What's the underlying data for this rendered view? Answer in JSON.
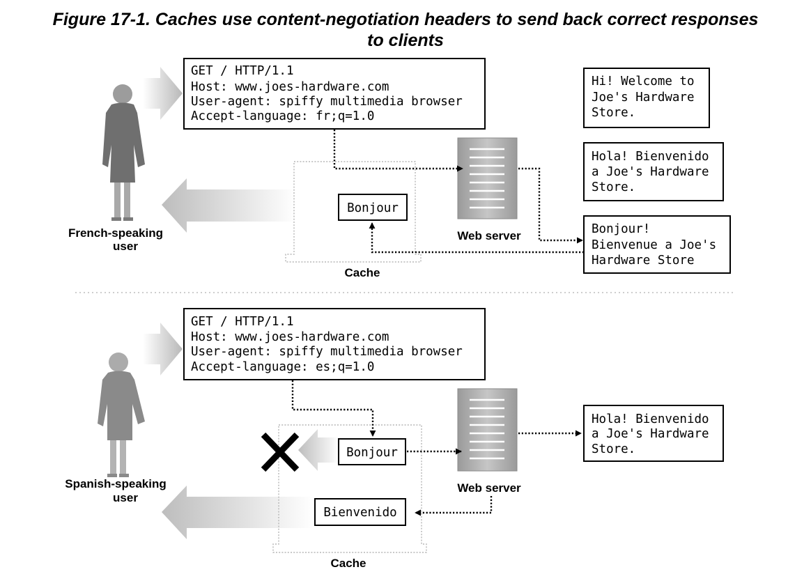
{
  "title": {
    "line1": "Figure 17-1. Caches use content-negotiation headers to send back correct responses",
    "line2": "to clients"
  },
  "top": {
    "request": [
      "GET / HTTP/1.1",
      "Host: www.joes-hardware.com",
      "User-agent: spiffy multimedia browser",
      "Accept-language: fr;q=1.0"
    ],
    "user_label": [
      "French-speaking",
      "user"
    ],
    "cache_entry": "Bonjour",
    "cache_label": "Cache",
    "server_label": "Web server",
    "pages": {
      "english": [
        "Hi! Welcome to",
        "Joe's Hardware",
        "Store."
      ],
      "spanish": [
        "Hola! Bienvenido",
        "a Joe's Hardware",
        "Store."
      ],
      "french": [
        "Bonjour!",
        "Bienvenue a Joe's",
        "Hardware Store"
      ]
    }
  },
  "bottom": {
    "request": [
      "GET / HTTP/1.1",
      "Host: www.joes-hardware.com",
      "User-agent: spiffy multimedia browser",
      "Accept-language: es;q=1.0"
    ],
    "user_label": [
      "Spanish-speaking",
      "user"
    ],
    "cache_entry_rejected": "Bonjour",
    "cache_entry_new": "Bienvenido",
    "cache_label": "Cache",
    "server_label": "Web server",
    "page": [
      "Hola! Bienvenido",
      "a Joe's Hardware",
      "Store."
    ]
  },
  "icons": {
    "person": "person-icon",
    "server": "server-icon",
    "reject": "x-mark-icon"
  }
}
